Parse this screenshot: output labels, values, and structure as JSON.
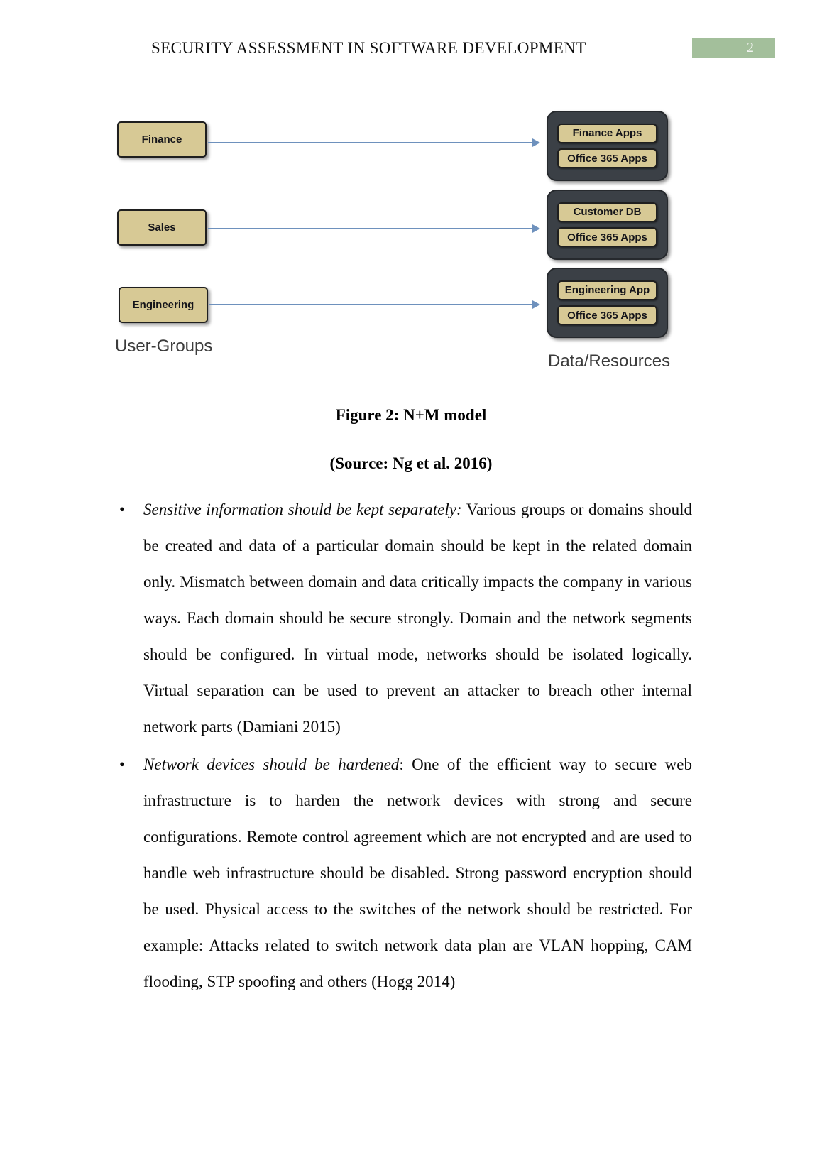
{
  "header": {
    "title": "SECURITY ASSESSMENT IN SOFTWARE DEVELOPMENT",
    "page_number": "2"
  },
  "figure": {
    "user_groups": [
      {
        "label": "Finance"
      },
      {
        "label": "Sales"
      },
      {
        "label": "Engineering"
      }
    ],
    "resources": [
      {
        "items": [
          "Finance Apps",
          "Office 365 Apps"
        ]
      },
      {
        "items": [
          "Customer DB",
          "Office 365 Apps"
        ]
      },
      {
        "items": [
          "Engineering App",
          "Office 365 Apps"
        ]
      }
    ],
    "left_label": "User-Groups",
    "right_label": "Data/Resources",
    "caption": "Figure 2: N+M model",
    "source": "(Source: Ng et al. 2016)"
  },
  "bullet_marker": "•",
  "bullets": [
    {
      "lead": "Sensitive information should be kept separately:",
      "text": " Various groups or domains should be created and data of a particular domain should be kept in the related domain only. Mismatch between domain and data critically impacts the company in various ways. Each domain should be secure strongly. Domain and the network segments should be configured. In virtual mode, networks should be isolated logically. Virtual separation can be used to prevent an attacker to breach other internal network parts (Damiani 2015)"
    },
    {
      "lead": "Network devices should be hardened",
      "text": ": One of the efficient way to secure web infrastructure is to harden the network devices with strong and secure configurations. Remote control agreement which are not encrypted and are used to handle web infrastructure should be disabled. Strong password encryption should be used. Physical access to the switches of the network should be restricted. For example: Attacks related to switch network data plan are VLAN hopping, CAM flooding, STP spoofing and others (Hogg 2014)"
    }
  ],
  "colors": {
    "page_badge_bg": "#a3bf9b",
    "box_fill": "#d7c995",
    "box_border": "#1f1f1f",
    "container_bg": "#3b4046",
    "arrow": "#6e91bd"
  }
}
